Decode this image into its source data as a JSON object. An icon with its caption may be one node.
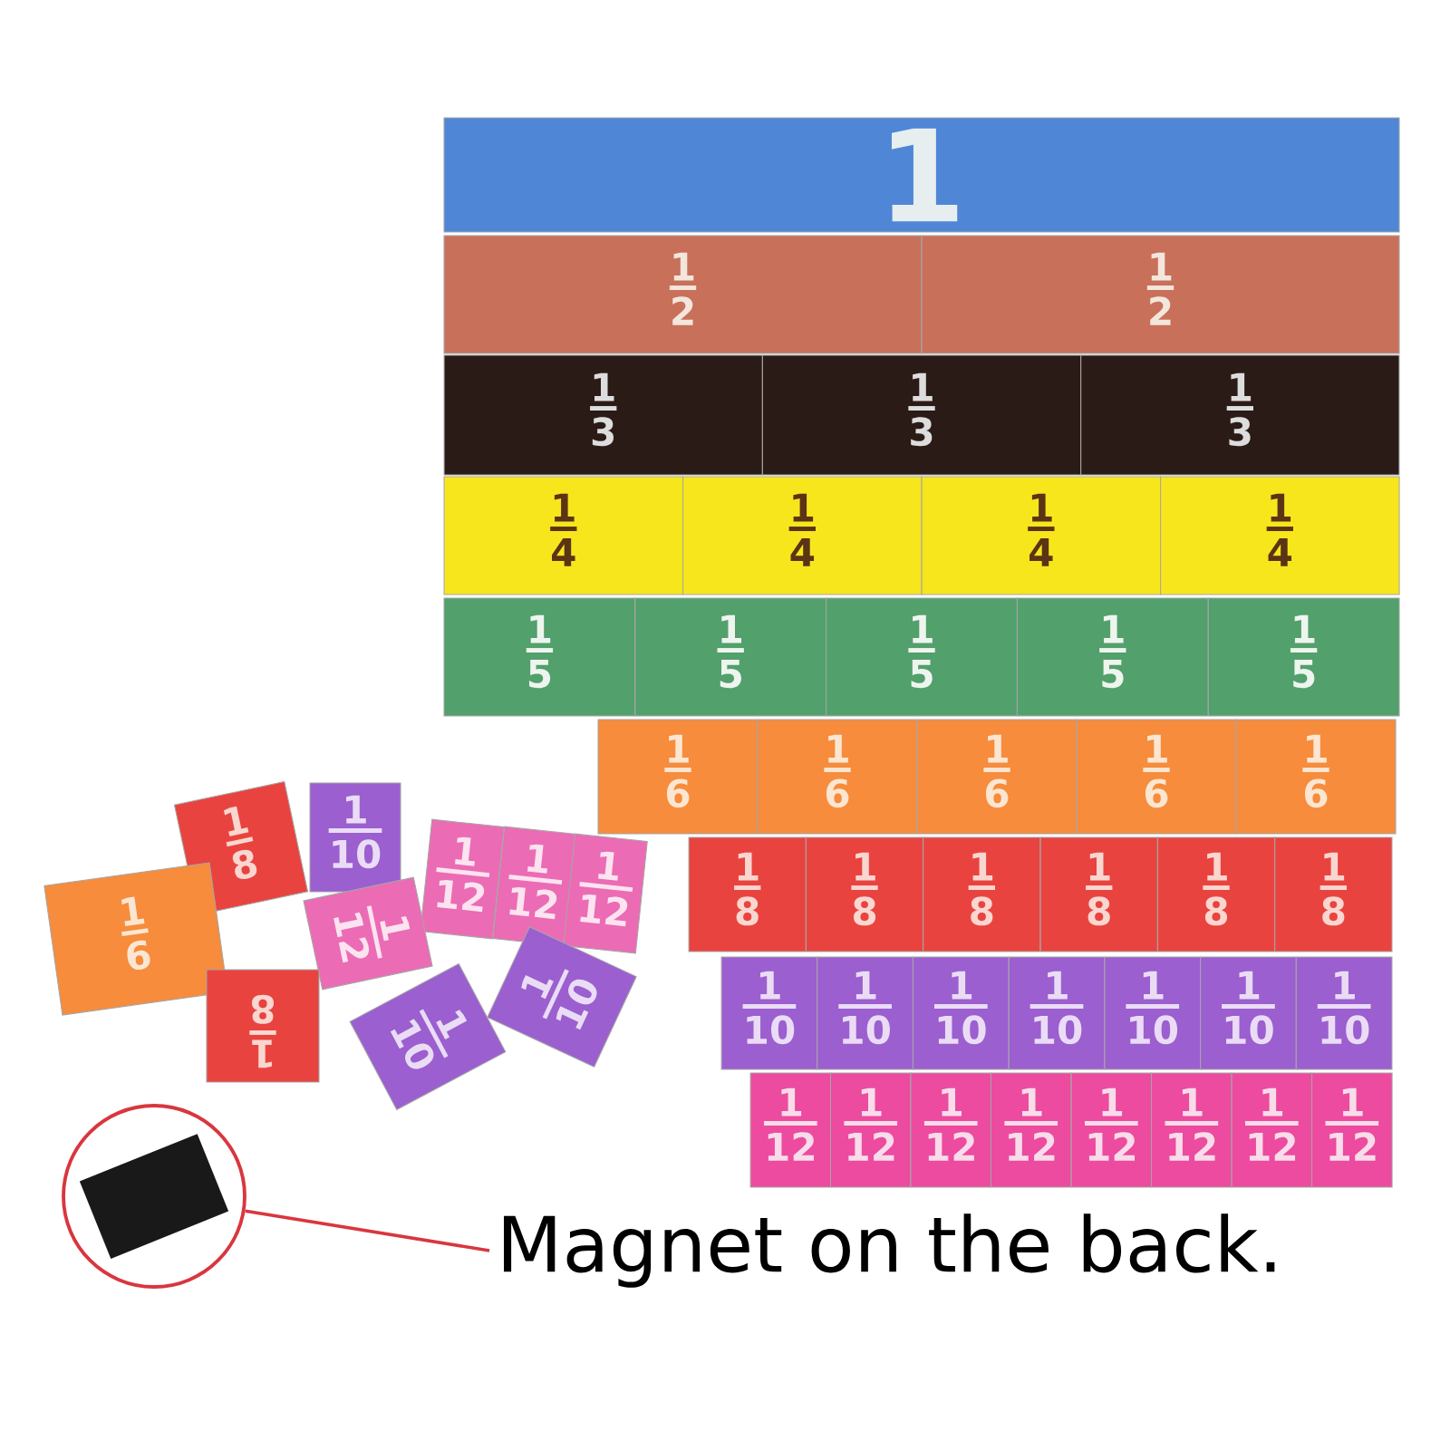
{
  "diagram": {
    "nodes": [
      {
        "text": [
          "1"
        ]
      },
      {
        "text": [
          "1",
          "2"
        ]
      },
      {
        "text": [
          "1",
          "2"
        ]
      },
      {
        "text": [
          "1",
          "3"
        ]
      },
      {
        "text": [
          "1",
          "3"
        ]
      },
      {
        "text": [
          "1",
          "3"
        ]
      },
      {
        "text": [
          "1",
          "4"
        ]
      },
      {
        "text": [
          "1",
          "4"
        ]
      },
      {
        "text": [
          "1",
          "4"
        ]
      },
      {
        "text": [
          "1",
          "4"
        ]
      },
      {
        "text": [
          "1",
          "5"
        ]
      },
      {
        "text": [
          "1",
          "5"
        ]
      },
      {
        "text": [
          "1",
          "5"
        ]
      },
      {
        "text": [
          "1",
          "5"
        ]
      },
      {
        "text": [
          "1",
          "5"
        ]
      },
      {
        "text": [
          "1",
          "6"
        ]
      },
      {
        "text": [
          "1",
          "6"
        ]
      },
      {
        "text": [
          "1",
          "6"
        ]
      },
      {
        "text": [
          "1",
          "6"
        ]
      },
      {
        "text": [
          "1",
          "6"
        ]
      },
      {
        "text": [
          "1",
          "8"
        ]
      },
      {
        "text": [
          "1",
          "8"
        ]
      },
      {
        "text": [
          "1",
          "8"
        ]
      },
      {
        "text": [
          "1",
          "8"
        ]
      },
      {
        "text": [
          "1",
          "8"
        ]
      },
      {
        "text": [
          "1",
          "8"
        ]
      },
      {
        "text": [
          "1",
          "10"
        ]
      },
      {
        "text": [
          "1",
          "10"
        ]
      },
      {
        "text": [
          "1",
          "10"
        ]
      },
      {
        "text": [
          "1",
          "10"
        ]
      },
      {
        "text": [
          "1",
          "10"
        ]
      },
      {
        "text": [
          "1",
          "10"
        ]
      },
      {
        "text": [
          "1",
          "10"
        ]
      },
      {
        "text": [
          "1",
          "12"
        ]
      },
      {
        "text": [
          "1",
          "12"
        ]
      },
      {
        "text": [
          "1",
          "12"
        ]
      },
      {
        "text": [
          "1",
          "12"
        ]
      },
      {
        "text": [
          "1",
          "12"
        ]
      },
      {
        "text": [
          "1",
          "12"
        ]
      },
      {
        "text": [
          "1",
          "12"
        ]
      },
      {
        "text": [
          "1",
          "12"
        ]
      },
      {
        "text": [
          "1",
          "8"
        ]
      },
      {
        "text": [
          "1",
          "10"
        ]
      },
      {
        "text": [
          "1",
          "12"
        ]
      },
      {
        "text": [
          "1",
          "12"
        ]
      },
      {
        "text": [
          "1",
          "12"
        ]
      },
      {
        "text": [
          "1",
          "6"
        ]
      },
      {
        "text": [
          "1",
          "12"
        ]
      },
      {
        "text": [
          "1",
          "10"
        ]
      },
      {
        "text": [
          "1",
          "8"
        ]
      },
      {
        "text": [
          "1",
          "10"
        ]
      },
      {
        "text": [],
        "shape": "picture"
      },
      {
        "text": [
          "Magnet on the back."
        ]
      }
    ],
    "edges": [
      {
        "from": 52,
        "to": 51,
        "arrow": "none",
        "color": "#d9363e"
      }
    ]
  }
}
